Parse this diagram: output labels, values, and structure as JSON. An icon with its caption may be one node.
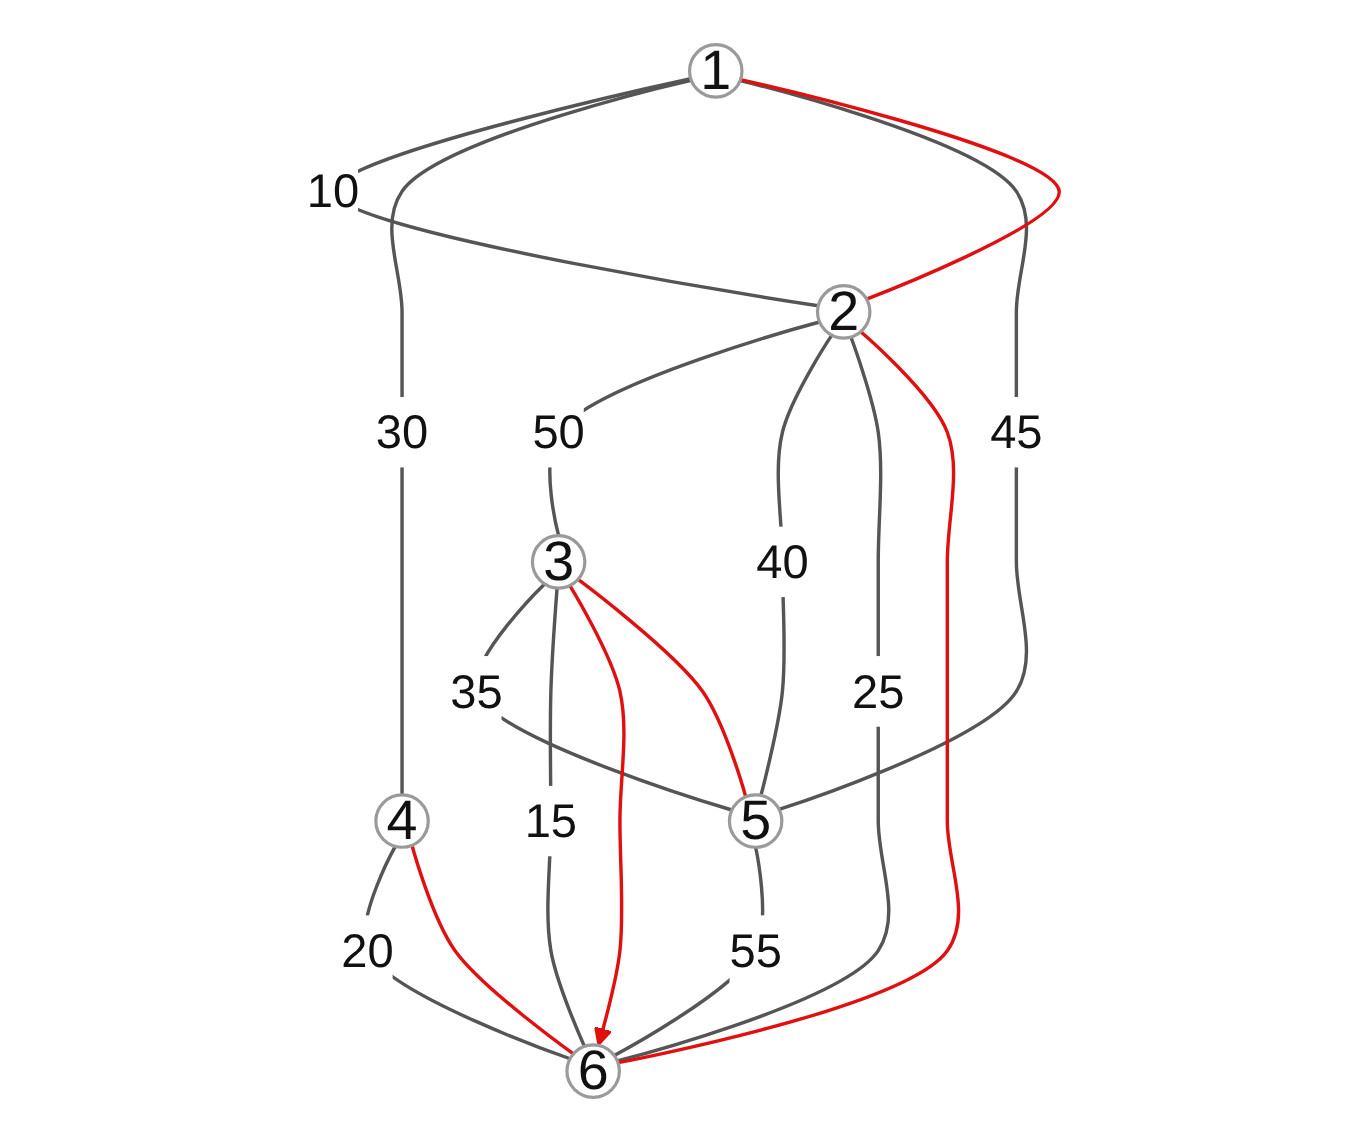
{
  "diagram": {
    "nodes": [
      {
        "text": [
          "1"
        ]
      },
      {
        "text": [
          "2"
        ]
      },
      {
        "text": [
          "3"
        ]
      },
      {
        "text": [
          "4"
        ]
      },
      {
        "text": [
          "5"
        ]
      },
      {
        "text": [
          "6"
        ]
      }
    ],
    "edges": [
      {
        "from": 0,
        "to": 1,
        "arrow": "none",
        "label": "10"
      },
      {
        "from": 0,
        "to": 3,
        "arrow": "none",
        "label": "30"
      },
      {
        "from": 1,
        "to": 2,
        "arrow": "none",
        "label": "50"
      },
      {
        "from": 0,
        "to": 4,
        "arrow": "none",
        "label": "45"
      },
      {
        "from": 1,
        "to": 4,
        "arrow": "none",
        "label": "40"
      },
      {
        "from": 1,
        "to": 5,
        "arrow": "none",
        "label": "25"
      },
      {
        "from": 2,
        "to": 4,
        "arrow": "none",
        "label": "35"
      },
      {
        "from": 2,
        "to": 5,
        "arrow": "none",
        "label": "15"
      },
      {
        "from": 3,
        "to": 5,
        "arrow": "none",
        "label": "20"
      },
      {
        "from": 4,
        "to": 5,
        "arrow": "none",
        "label": "55"
      },
      {
        "from": 0,
        "to": 1,
        "arrow": "none",
        "color": "#e01010"
      },
      {
        "from": 1,
        "to": 5,
        "arrow": "none",
        "color": "#e01010"
      },
      {
        "from": 3,
        "to": 5,
        "arrow": "none",
        "color": "#e01010"
      },
      {
        "from": 2,
        "to": 5,
        "arrow": "to",
        "color": "#e01010"
      },
      {
        "from": 2,
        "to": 4,
        "arrow": "none",
        "color": "#e01010"
      }
    ]
  }
}
